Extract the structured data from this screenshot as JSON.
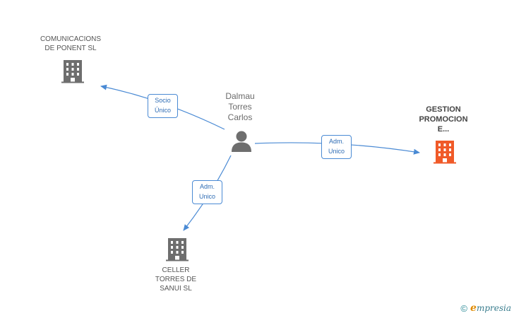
{
  "nodes": {
    "comunicacions": {
      "label": "COMUNICACIONS\nDE PONENT SL"
    },
    "person": {
      "label": "Dalmau\nTorres\nCarlos"
    },
    "gestion": {
      "label": "GESTION\nPROMOCION\nE..."
    },
    "celler": {
      "label": "CELLER\nTORRES DE\nSANUI SL"
    }
  },
  "edges": {
    "socio": {
      "label": "Socio\nÚnico"
    },
    "adm_right": {
      "label": "Adm.\nUnico"
    },
    "adm_down": {
      "label": "Adm.\nUnico"
    }
  },
  "footer": {
    "copyright": "©",
    "brand_initial": "e",
    "brand_rest": "mpresia"
  },
  "colors": {
    "edge": "#4a8ad4",
    "building_default": "#6e6e6e",
    "building_highlight": "#f05a28",
    "person": "#6e6e6e"
  },
  "icons": {
    "comunicacions": "building-icon",
    "person": "person-icon",
    "gestion": "building-icon",
    "celler": "building-icon"
  }
}
